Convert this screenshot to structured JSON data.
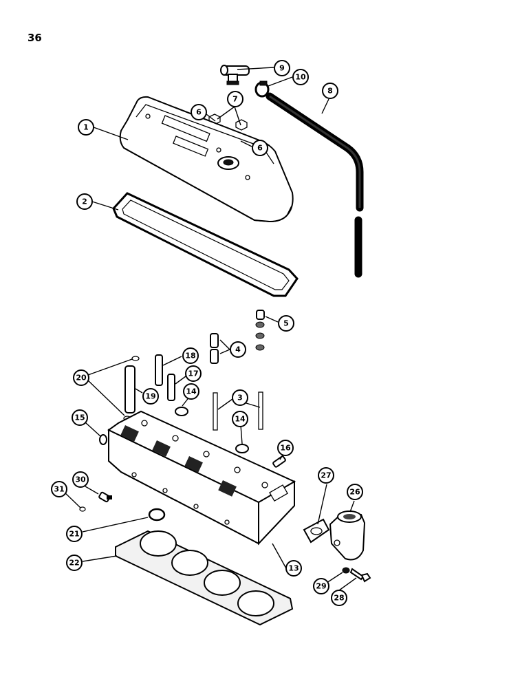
{
  "page_number": "36",
  "callouts": [
    {
      "id": "c1",
      "label": "1"
    },
    {
      "id": "c2",
      "label": "2"
    },
    {
      "id": "c3",
      "label": "3"
    },
    {
      "id": "c4",
      "label": "4"
    },
    {
      "id": "c5",
      "label": "5"
    },
    {
      "id": "c6a",
      "label": "6"
    },
    {
      "id": "c6b",
      "label": "6"
    },
    {
      "id": "c7",
      "label": "7"
    },
    {
      "id": "c8",
      "label": "8"
    },
    {
      "id": "c9",
      "label": "9"
    },
    {
      "id": "c10",
      "label": "10"
    },
    {
      "id": "c13",
      "label": "13"
    },
    {
      "id": "c14a",
      "label": "14"
    },
    {
      "id": "c14b",
      "label": "14"
    },
    {
      "id": "c15",
      "label": "15"
    },
    {
      "id": "c16",
      "label": "16"
    },
    {
      "id": "c17",
      "label": "17"
    },
    {
      "id": "c18",
      "label": "18"
    },
    {
      "id": "c19",
      "label": "19"
    },
    {
      "id": "c20",
      "label": "20"
    },
    {
      "id": "c21",
      "label": "21"
    },
    {
      "id": "c22",
      "label": "22"
    },
    {
      "id": "c26",
      "label": "26"
    },
    {
      "id": "c27",
      "label": "27"
    },
    {
      "id": "c28",
      "label": "28"
    },
    {
      "id": "c29",
      "label": "29"
    },
    {
      "id": "c30",
      "label": "30"
    },
    {
      "id": "c31",
      "label": "31"
    }
  ]
}
